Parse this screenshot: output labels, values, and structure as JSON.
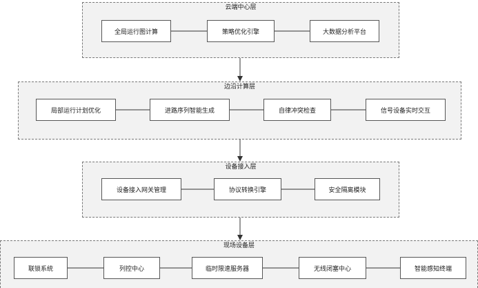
{
  "layers": [
    {
      "id": "cloud",
      "title": "云端中心层",
      "nodes": [
        "全局运行图计算",
        "策略优化引擎",
        "大数据分析平台"
      ]
    },
    {
      "id": "edge",
      "title": "边沿计算层",
      "nodes": [
        "局部运行计划优化",
        "进路序列智能生成",
        "自律冲突检查",
        "信号设备实时交互"
      ]
    },
    {
      "id": "access",
      "title": "设备接入层",
      "nodes": [
        "设备接入网关管理",
        "协议转换引擎",
        "安全隔离模块"
      ]
    },
    {
      "id": "field",
      "title": "现场设备层",
      "nodes": [
        "联锁系统",
        "列控中心",
        "临时限速服务器",
        "无线闭塞中心",
        "智能感知终端"
      ]
    }
  ]
}
